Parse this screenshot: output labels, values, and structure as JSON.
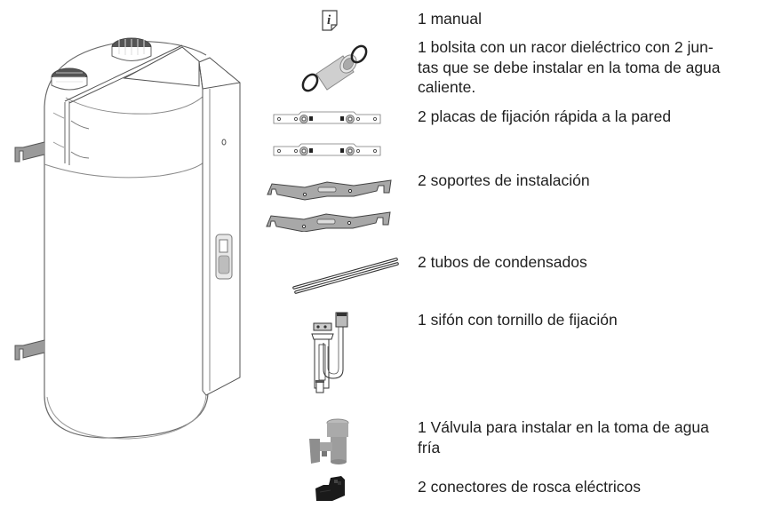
{
  "document": {
    "language": "es",
    "section": "package-contents"
  },
  "main_illustration": {
    "subject": "heat-pump-water-heater",
    "label": "water-heater-illustration"
  },
  "items": [
    {
      "icon": "manual-icon",
      "text": "1 manual"
    },
    {
      "icon": "dielectric-fitting-icon",
      "text_lines": [
        "1 bolsita con un racor dieléctrico con 2 jun-",
        "tas que se debe instalar en la toma de agua",
        "caliente."
      ]
    },
    {
      "icon": "wall-plate-icon",
      "text": "2 placas de fijación rápida a la pared"
    },
    {
      "icon": "installation-bracket-icon",
      "text": "2 soportes de instalación"
    },
    {
      "icon": "condensate-tube-icon",
      "text": "2 tubos de condensados"
    },
    {
      "icon": "siphon-icon",
      "text": "1 sifón con tornillo de fijación"
    },
    {
      "icon": "valve-icon",
      "text_lines": [
        "1 Válvula para instalar en la toma de agua",
        "fría"
      ]
    },
    {
      "icon": "electrical-connector-icon",
      "text": "2 conectores de rosca eléctricos"
    }
  ],
  "colors": {
    "text": "#1f1f1f",
    "line": "#555555",
    "metal_light": "#d9d9d9",
    "metal_mid": "#9a9a9a",
    "connector_black": "#1a1a1a"
  }
}
